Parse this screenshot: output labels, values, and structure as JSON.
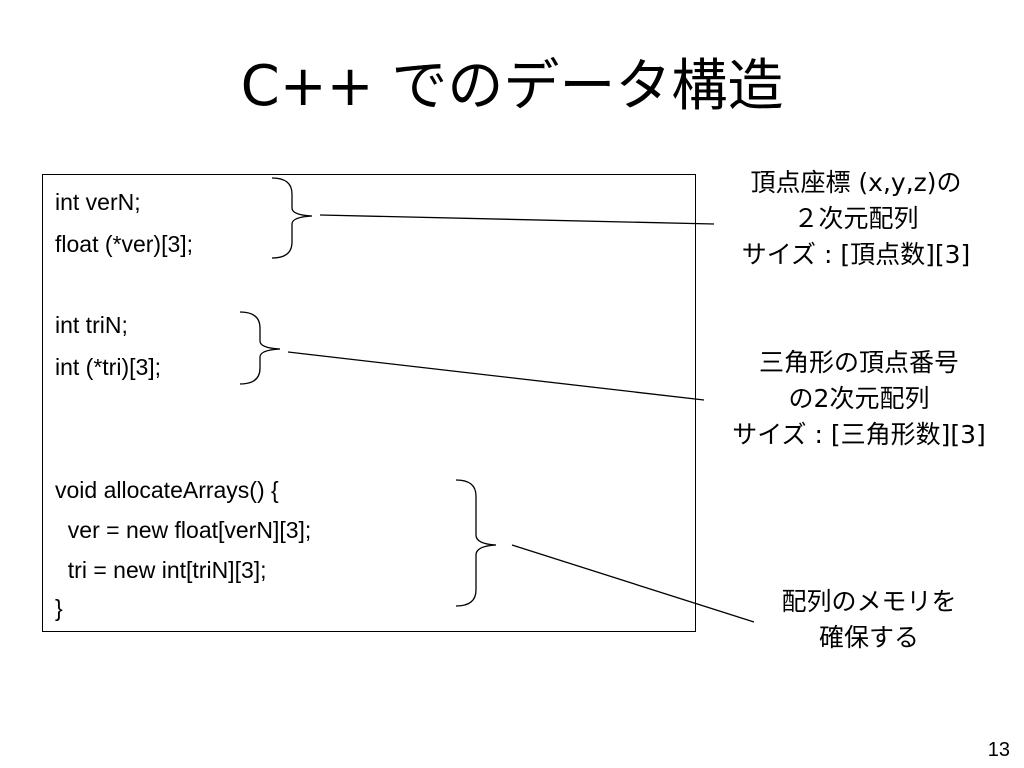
{
  "slide": {
    "title": "C++ でのデータ構造",
    "page_number": "13"
  },
  "code": {
    "lines": [
      "int verN;",
      "float (*ver)[3];",
      "int triN;",
      "int (*tri)[3];",
      "void allocateArrays() {",
      "  ver = new float[verN][3];",
      "  tri = new int[triN][3];",
      "}"
    ]
  },
  "annotations": {
    "vertex": [
      "頂点座標 (x,y,z)の",
      "２次元配列",
      "サイズ : [頂点数][3]"
    ],
    "triangle": [
      "三角形の頂点番号",
      "の2次元配列",
      "サイズ : [三角形数][3]"
    ],
    "allocate": [
      "配列のメモリを",
      "確保する"
    ]
  }
}
